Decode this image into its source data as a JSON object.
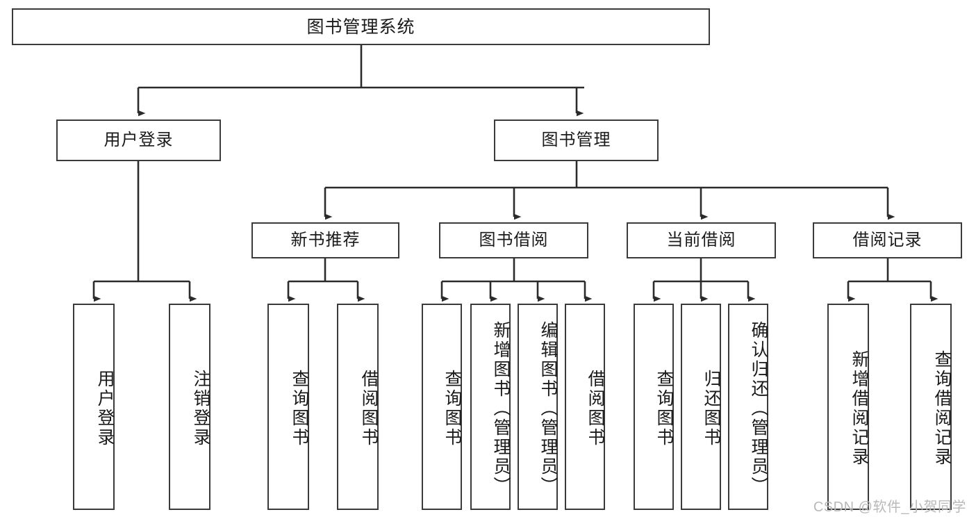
{
  "diagram": {
    "type": "tree",
    "title": "图书管理系统",
    "watermark": "CSDN @软件_小贺同学",
    "colors": {
      "box_border": "#3a3a3a",
      "box_fill": "#ffffff",
      "edge": "#2b2b2b",
      "text": "#1a1a1a",
      "watermark": "#b9b9b9"
    },
    "nodes": {
      "root": {
        "label": "图书管理系统"
      },
      "level2": [
        {
          "label": "用户登录"
        },
        {
          "label": "图书管理"
        }
      ],
      "level3": [
        {
          "label": "新书推荐"
        },
        {
          "label": "图书借阅"
        },
        {
          "label": "当前借阅"
        },
        {
          "label": "借阅记录"
        }
      ],
      "leaves": {
        "user_login": [
          {
            "label": "用户登录"
          },
          {
            "label": "注销登录"
          }
        ],
        "new_book_recommend": [
          {
            "label": "查询图书"
          },
          {
            "label": "借阅图书"
          }
        ],
        "book_borrow": [
          {
            "label": "查询图书"
          },
          {
            "label": "新增图书（管理员）"
          },
          {
            "label": "编辑图书（管理员）"
          },
          {
            "label": "借阅图书"
          }
        ],
        "current_borrow": [
          {
            "label": "查询图书"
          },
          {
            "label": "归还图书"
          },
          {
            "label": "确认归还（管理员）"
          }
        ],
        "borrow_record": [
          {
            "label": "新增借阅记录"
          },
          {
            "label": "查询借阅记录"
          }
        ]
      }
    }
  }
}
